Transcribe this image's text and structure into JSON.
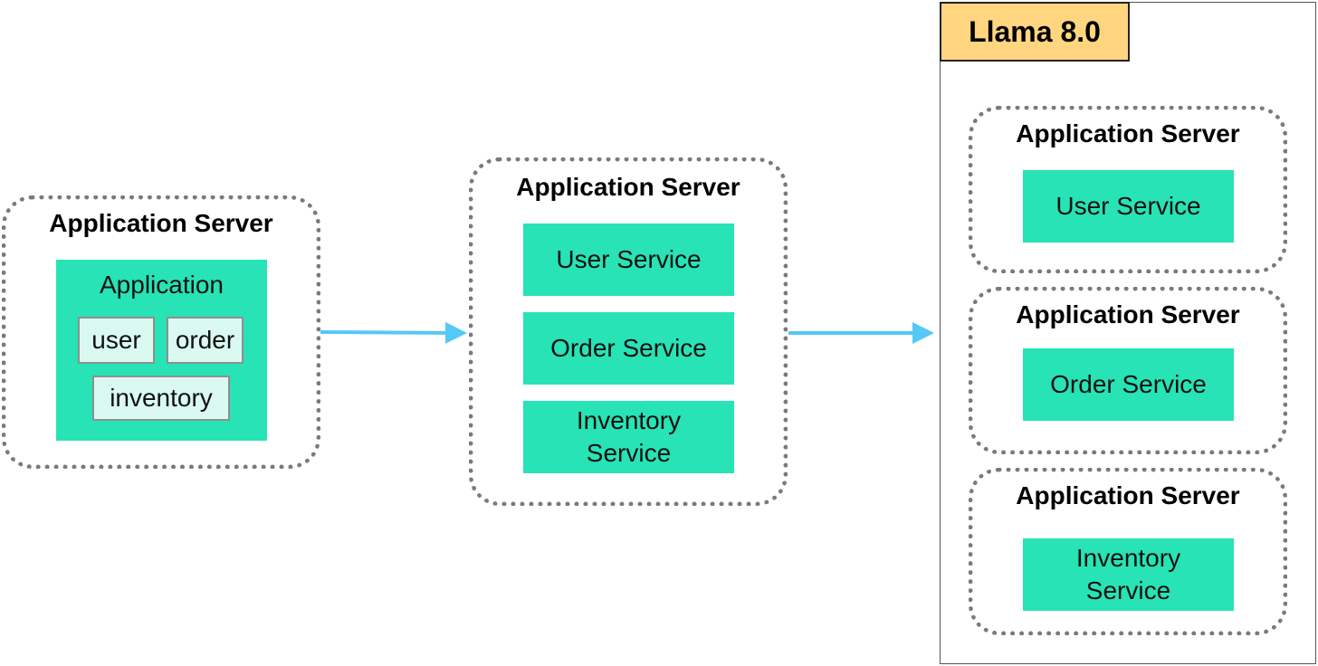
{
  "colors": {
    "service_fill": "#27e3b6",
    "module_fill": "#dafaf1",
    "cloud_label_fill": "#ffd67f",
    "arrow": "#55c8f5",
    "server_border": "#7a7a7a"
  },
  "monolith": {
    "server_title": "Application Server",
    "app_label": "Application",
    "modules": [
      "user",
      "order",
      "inventory"
    ]
  },
  "services_single_server": {
    "server_title": "Application Server",
    "services": [
      "User Service",
      "Order Service",
      "Inventory\nService"
    ]
  },
  "cloud": {
    "label": "Llama 8.0",
    "servers": [
      {
        "title": "Application Server",
        "service": "User Service"
      },
      {
        "title": "Application Server",
        "service": "Order Service"
      },
      {
        "title": "Application Server",
        "service": "Inventory\nService"
      }
    ]
  },
  "icons": {
    "arrow_1": "arrow-right",
    "arrow_2": "arrow-right"
  }
}
